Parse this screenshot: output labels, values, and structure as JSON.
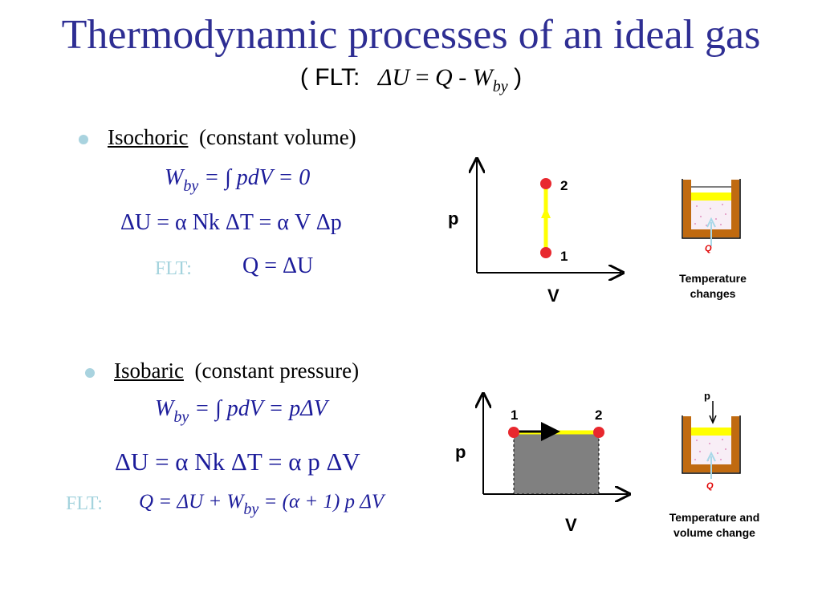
{
  "title": "Thermodynamic processes of an ideal gas",
  "subtitle": {
    "prefix": "( FLT:",
    "delta_u": "ΔU",
    "equals": "=",
    "q": "Q",
    "minus": "-",
    "w": "W",
    "w_sub": "by",
    "suffix": ")"
  },
  "isochoric": {
    "name": "Isochoric",
    "desc": "(constant volume)",
    "eq_work": {
      "w": "W",
      "sub": "by",
      "rest": "= ∫ pdV = 0"
    },
    "eq_energy": "ΔU = α Nk ΔT = α V Δp",
    "flt_label": "FLT:",
    "flt_eq": "Q = ΔU",
    "graph": {
      "y_label": "p",
      "x_label": "V",
      "point1": "1",
      "point2": "2"
    },
    "cylinder": {
      "heat_label": "Q",
      "caption_line1": "Temperature",
      "caption_line2": "changes"
    }
  },
  "isobaric": {
    "name": "Isobaric",
    "desc": "(constant pressure)",
    "eq_work": {
      "w": "W",
      "sub": "by",
      "rest": "= ∫ pdV = pΔV"
    },
    "eq_energy": "ΔU = α Nk ΔT = α p ΔV",
    "flt_label": "FLT:",
    "flt_eq": {
      "lhs": "Q = ΔU + W",
      "sub": "by",
      "rhs": "= (α + 1) p ΔV"
    },
    "graph": {
      "y_label": "p",
      "x_label": "V",
      "point1": "1",
      "point2": "2"
    },
    "cylinder": {
      "piston_label": "p",
      "heat_label": "Q",
      "caption_line1": "Temperature and",
      "caption_line2": "volume change"
    }
  },
  "colors": {
    "title": "#2e2e93",
    "equation": "#1c1c9a",
    "flt_label": "#a4d3dd",
    "bullet": "#a9d3df",
    "point": "#e8282e",
    "process_line": "#ffff00",
    "work_area": "#808080",
    "cylinder_wall": "#c06a10",
    "piston": "#ffff00",
    "gas": "#f8eef6",
    "heat_arrow": "#a8d8e8",
    "heat_label": "#e00000"
  }
}
